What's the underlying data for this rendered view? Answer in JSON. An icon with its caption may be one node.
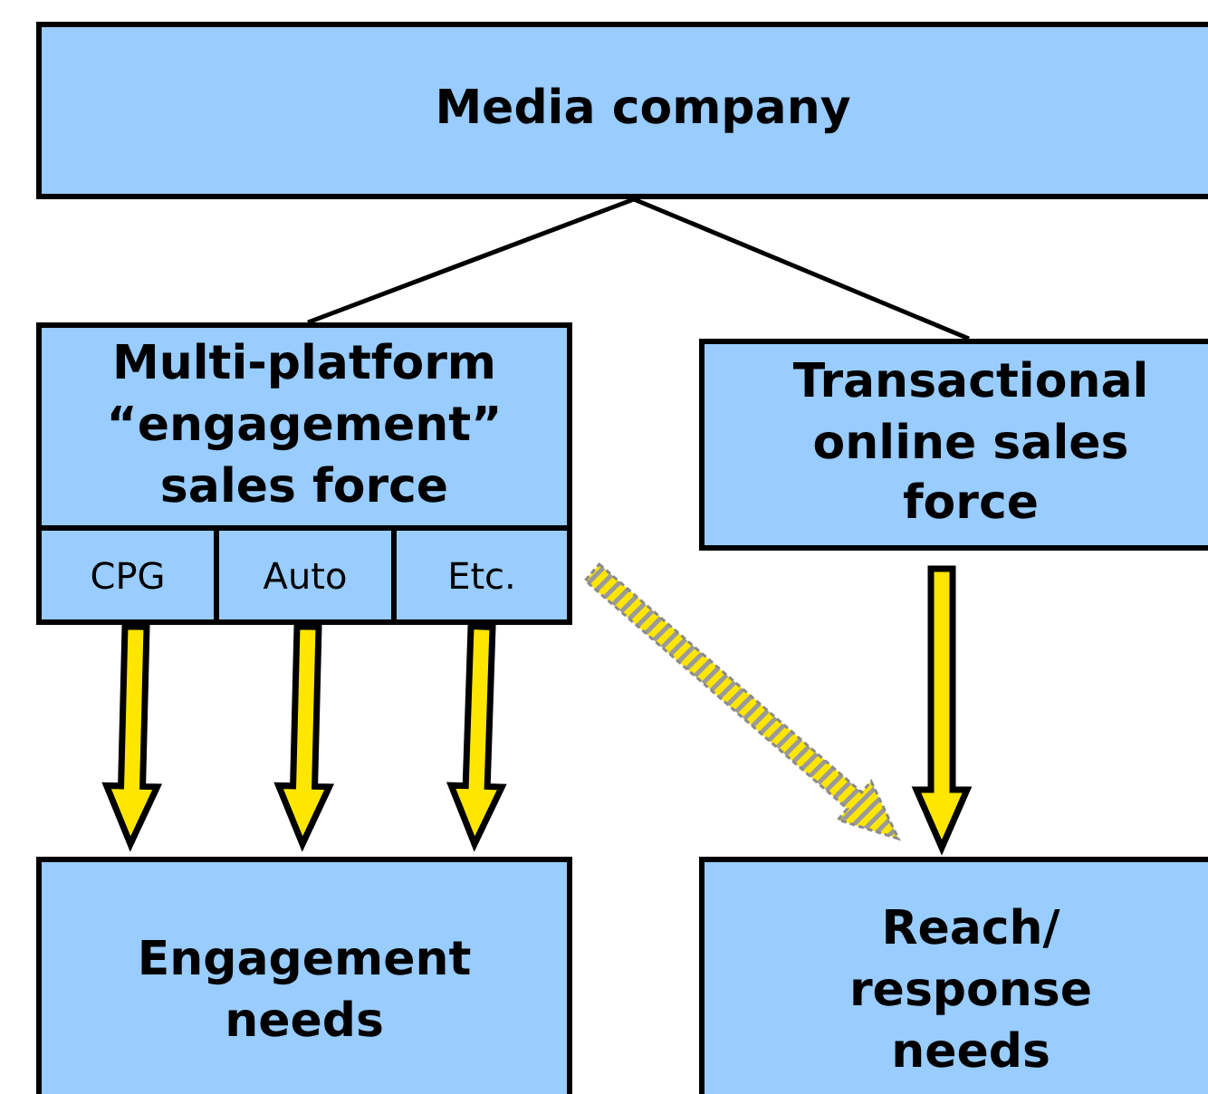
{
  "diagram": {
    "nodes": [
      {
        "text": [
          "Media company"
        ]
      },
      {
        "text": [
          "Multi-platform “engagement” sales force"
        ]
      },
      {
        "text": [
          "CPG"
        ],
        "in": 1
      },
      {
        "text": [
          "Auto"
        ],
        "in": 1
      },
      {
        "text": [
          "Etc."
        ],
        "in": 1
      },
      {
        "text": [
          "Transactional online sales force"
        ]
      },
      {
        "text": [
          "Engagement needs"
        ]
      },
      {
        "text": [
          "Reach/ response needs"
        ]
      }
    ],
    "edges": [
      {
        "from": 0,
        "to": 1,
        "arrow": "none"
      },
      {
        "from": 0,
        "to": 5,
        "arrow": "none"
      },
      {
        "from": 2,
        "to": 6,
        "arrow": "to",
        "style": "thick",
        "color": "#ffe600"
      },
      {
        "from": 3,
        "to": 6,
        "arrow": "to",
        "style": "thick",
        "color": "#ffe600"
      },
      {
        "from": 4,
        "to": 6,
        "arrow": "to",
        "style": "thick",
        "color": "#ffe600"
      },
      {
        "from": 4,
        "to": 7,
        "arrow": "to",
        "style": "dashed",
        "color": "#ffe600"
      },
      {
        "from": 5,
        "to": 7,
        "arrow": "to",
        "style": "thick",
        "color": "#ffe600"
      }
    ]
  }
}
